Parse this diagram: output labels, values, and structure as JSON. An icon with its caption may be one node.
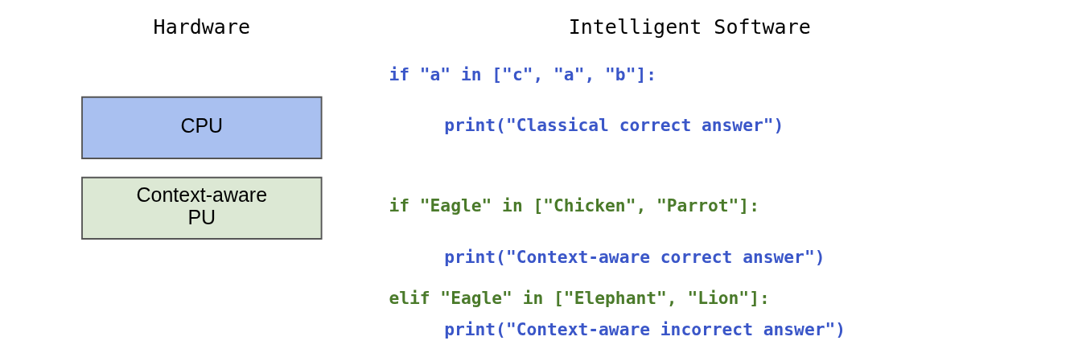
{
  "diagram": {
    "nodes": [
      {
        "text": [
          "CPU"
        ]
      },
      {
        "text": [
          "Context-aware PU"
        ]
      }
    ],
    "labels": [
      "Hardware",
      "Intelligent Software",
      "if \"a\" in [\"c\", \"a\", \"b\"]:",
      "print(\"Classical correct answer\")",
      "if \"Eagle\" in [\"Chicken\", \"Parrot\"]:",
      "print(\"Context-aware correct answer\")",
      "elif \"Eagle\" in [\"Elephant\", \"Lion\"]:",
      "print(\"Context-aware incorrect answer\")"
    ]
  }
}
